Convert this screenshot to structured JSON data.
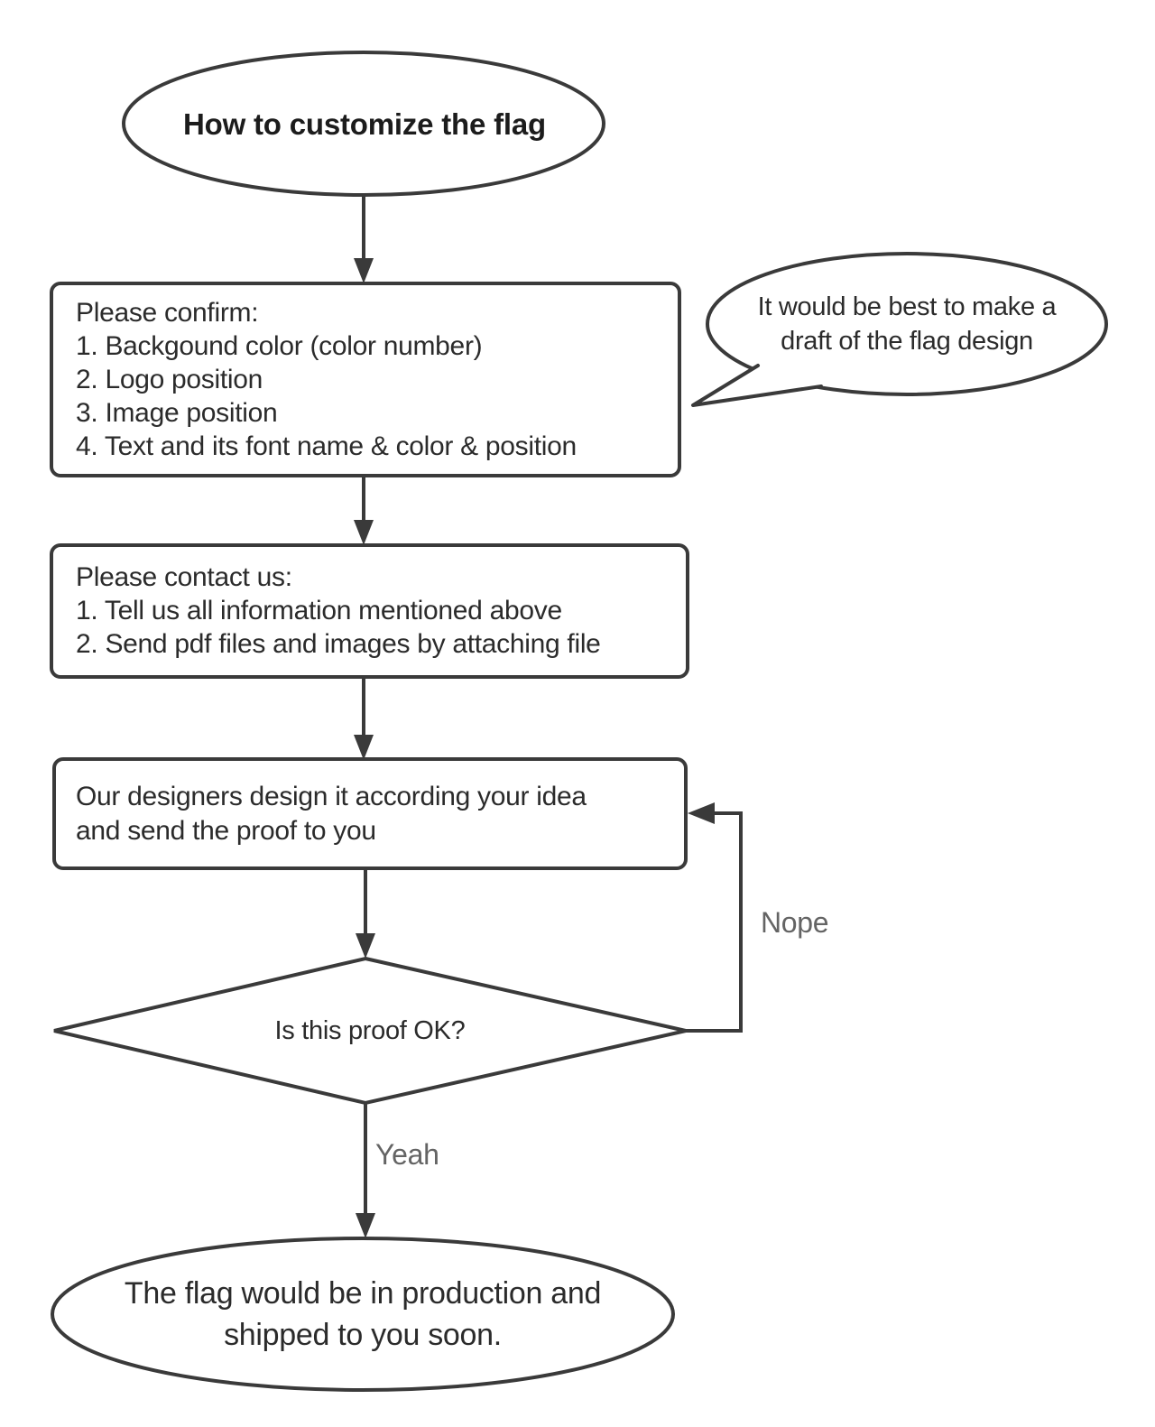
{
  "flowchart": {
    "nodes": {
      "start": {
        "shape": "ellipse",
        "label": "How to customize the flag"
      },
      "confirm": {
        "shape": "rectangle",
        "label": "Please confirm:\n1. Backgound color (color number)\n2. Logo position\n3. Image position\n4. Text and its font name & color & position"
      },
      "note": {
        "shape": "speech-bubble",
        "label": "It would be best to make a\ndraft of the flag design"
      },
      "contact": {
        "shape": "rectangle",
        "label": "Please contact us:\n1. Tell us all information mentioned above\n2. Send pdf files and images by attaching file"
      },
      "design": {
        "shape": "rectangle",
        "label": "Our designers design it according your idea\nand send the proof to you"
      },
      "decision": {
        "shape": "diamond",
        "label": "Is this proof OK?"
      },
      "end": {
        "shape": "ellipse",
        "label": "The flag would be in production and\nshipped to you soon."
      }
    },
    "edge_labels": {
      "nope": "Nope",
      "yeah": "Yeah"
    },
    "colors": {
      "stroke": "#3a3a3a",
      "node_fill": "#ffffff",
      "text": "#2b2b2b",
      "edge_label_text": "#646464",
      "background": "#ffffff"
    }
  }
}
